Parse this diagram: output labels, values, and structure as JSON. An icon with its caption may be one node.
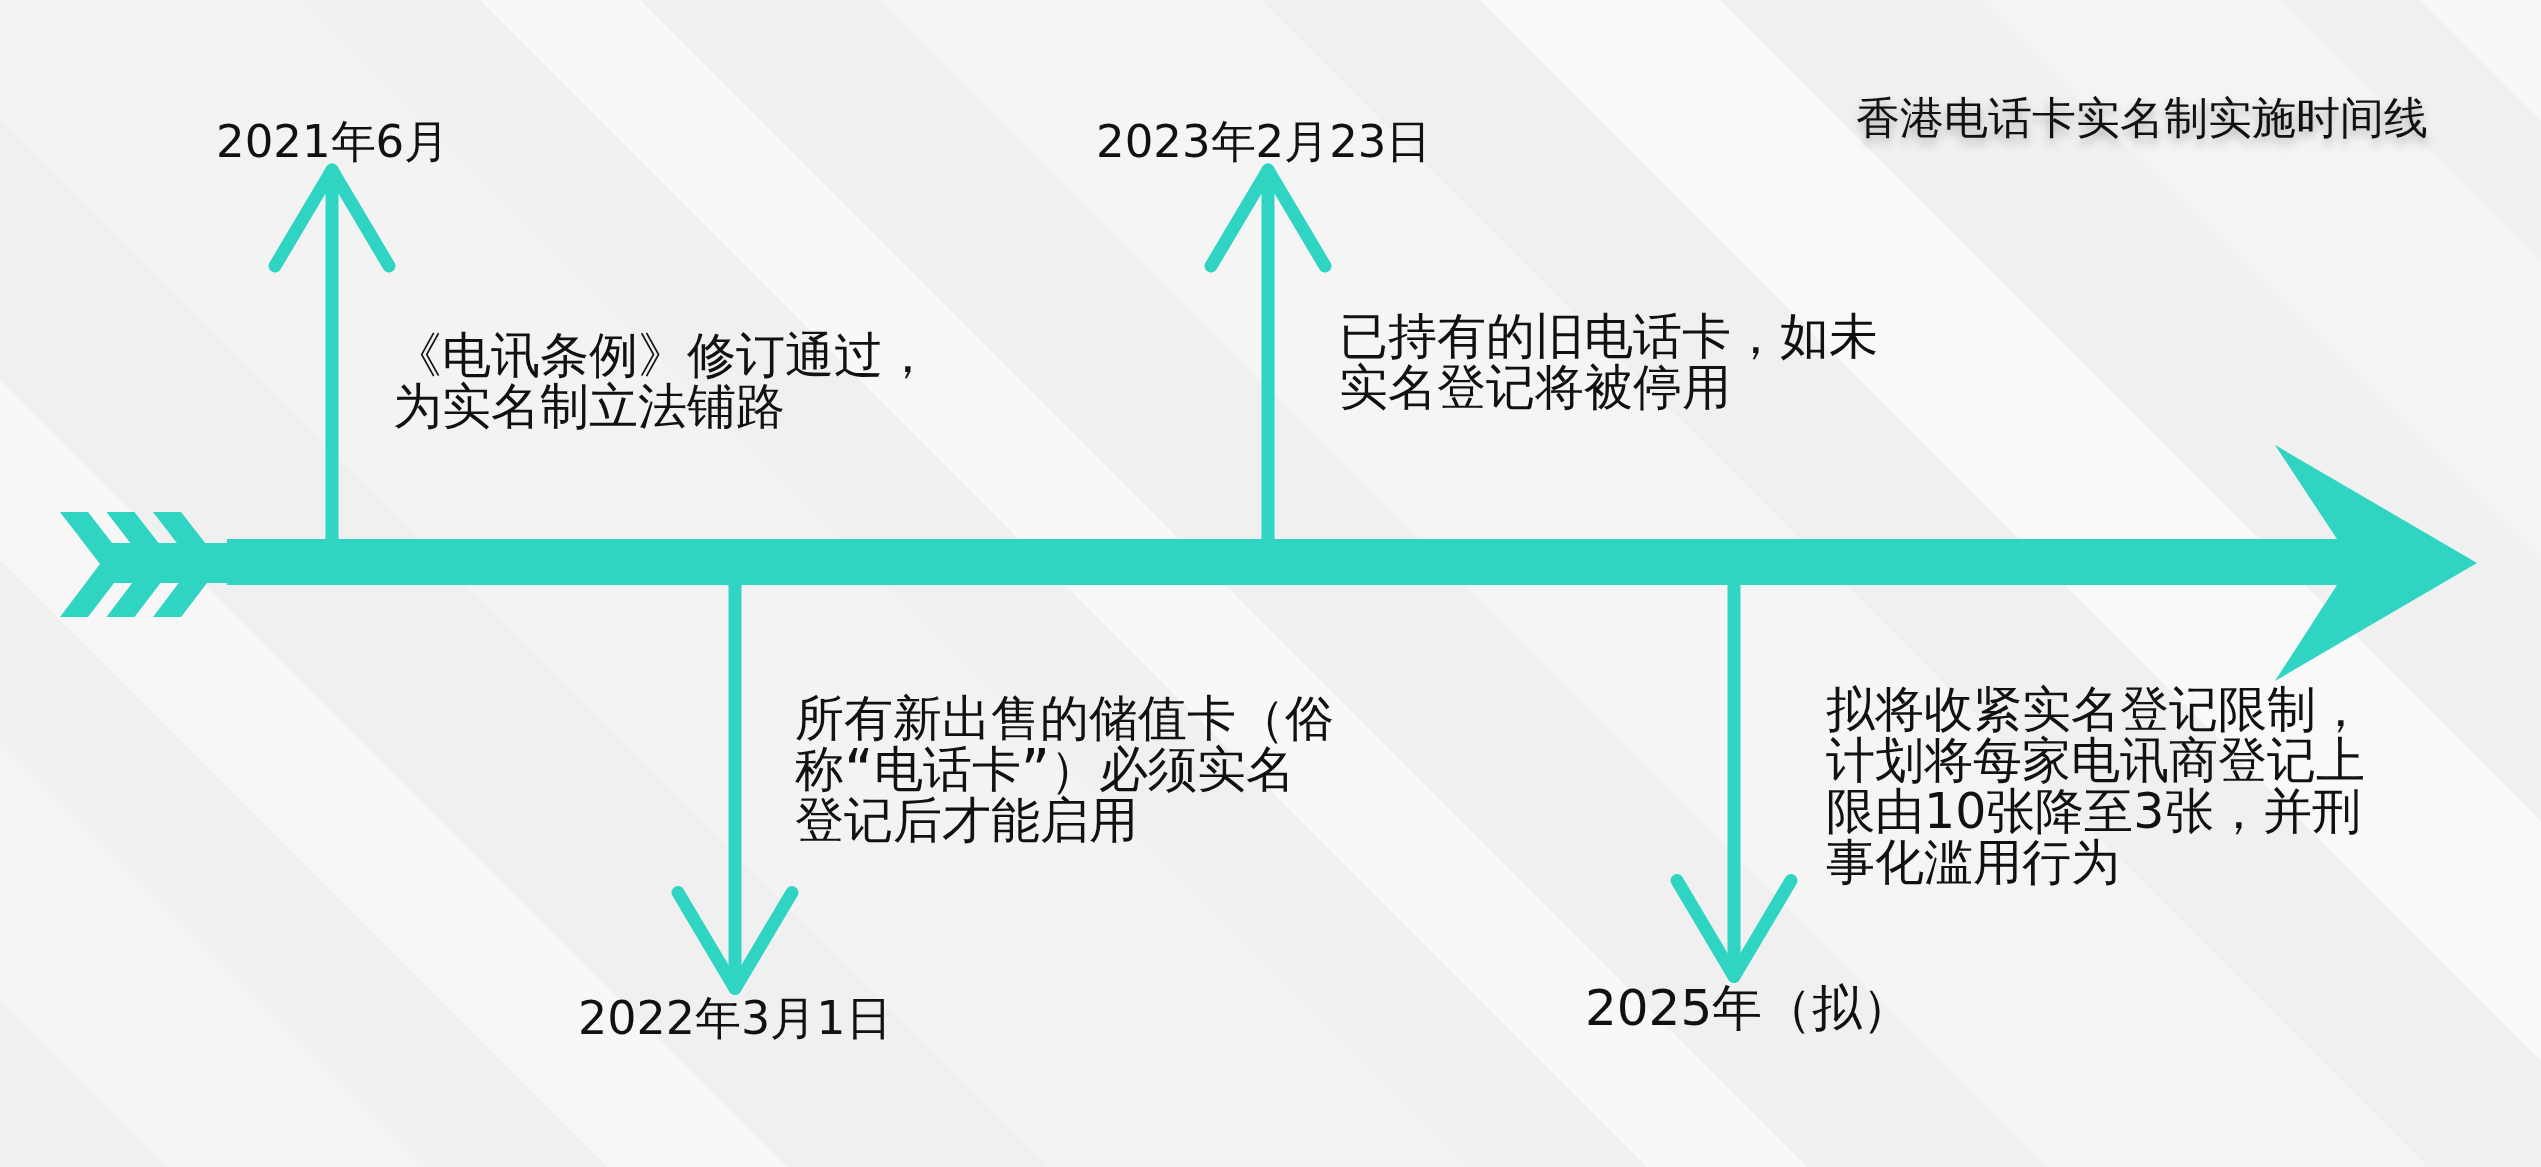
{
  "diagram": {
    "title": "香港电话卡实名制实施时间线",
    "nodes": [
      {
        "text": [
          "2021年6月"
        ],
        "beside": [
          "《电讯条例》修订通过，为实名制立法铺路"
        ]
      },
      {
        "text": [
          "2022年3月1日"
        ],
        "beside": [
          "所有新出售的储值卡（俗称“电话卡”）必须实名登记后才能启用"
        ]
      },
      {
        "text": [
          "2023年2月23日"
        ],
        "beside": [
          "已持有的旧电话卡，如未实名登记将被停用"
        ]
      },
      {
        "text": [
          "2025年（拟）"
        ],
        "beside": [
          "拟将收紧实名登记限制，计划将每家电讯商登记上限由10张降至3张，并刑事化滥用行为"
        ]
      }
    ],
    "edges": [
      {
        "from": null,
        "to": 0,
        "arrow": "to"
      },
      {
        "from": null,
        "to": 1,
        "arrow": "to"
      },
      {
        "from": null,
        "to": 2,
        "arrow": "to"
      },
      {
        "from": null,
        "to": 3,
        "arrow": "to"
      }
    ]
  }
}
